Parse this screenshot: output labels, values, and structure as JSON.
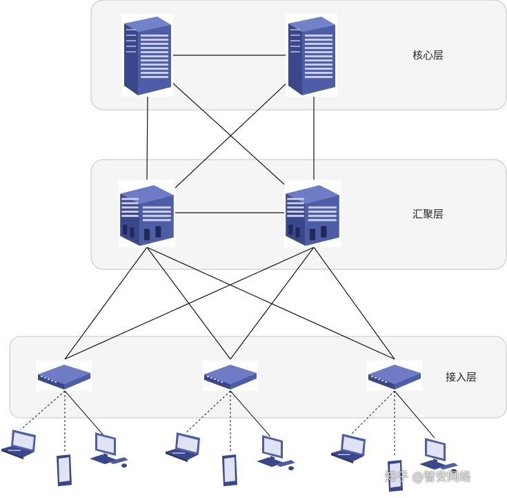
{
  "layers": [
    {
      "id": "core",
      "label": "核心层"
    },
    {
      "id": "aggregation",
      "label": "汇聚层"
    },
    {
      "id": "access",
      "label": "接入层"
    }
  ],
  "devices": {
    "core": [
      "core-server-1",
      "core-server-2"
    ],
    "aggregation": [
      "aggregation-switch-1",
      "aggregation-switch-2"
    ],
    "access": [
      "access-switch-1",
      "access-switch-2",
      "access-switch-3"
    ],
    "endpoints_per_access_switch": [
      "laptop",
      "tablet",
      "desktop-pc"
    ]
  },
  "colors": {
    "device_body": "#3c4a8c",
    "device_front": "#4f5fa8",
    "device_top": "#6d7cc4",
    "layer_fill": "#f5f5f6",
    "layer_stroke": "#c4c4c4",
    "link": "#111111"
  },
  "watermark": "知乎 @智安网络"
}
